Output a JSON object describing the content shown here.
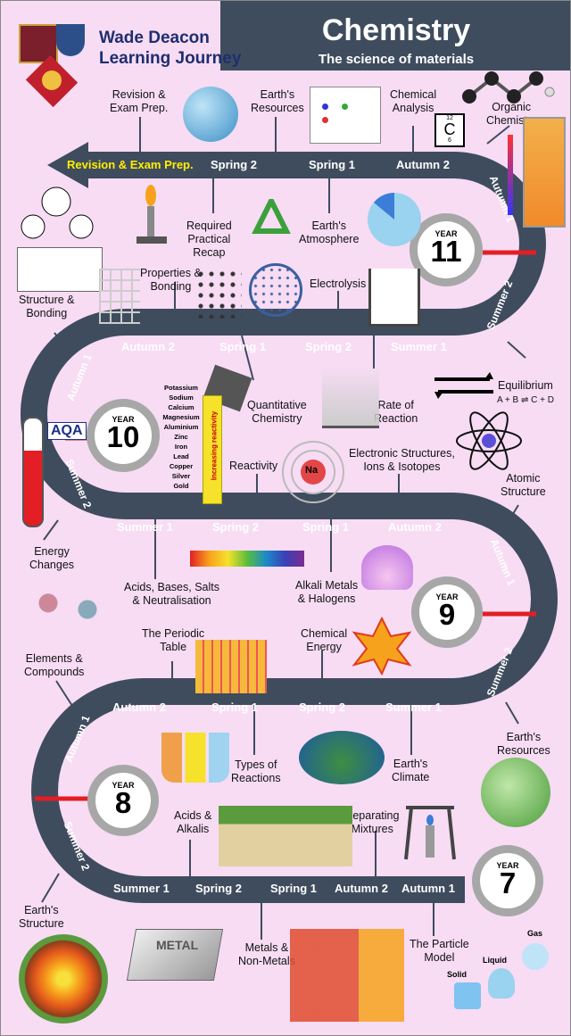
{
  "header": {
    "title": "Chemistry",
    "subtitle": "The science of materials",
    "school_line1": "Wade Deacon",
    "school_line2": "Learning Journey"
  },
  "start_label": "Revision & Exam Prep.",
  "years": {
    "y7": {
      "label": "YEAR",
      "number": "7"
    },
    "y8": {
      "label": "YEAR",
      "number": "8"
    },
    "y9": {
      "label": "YEAR",
      "number": "9"
    },
    "y10": {
      "label": "YEAR",
      "number": "10"
    },
    "y11": {
      "label": "YEAR",
      "number": "11"
    }
  },
  "road_labels": {
    "r1": [
      "Spring 2",
      "Spring 1",
      "Autumn 2"
    ],
    "r2": [
      "Autumn 2",
      "Spring 1",
      "Spring 2",
      "Summer 1"
    ],
    "r3": [
      "Summer 1",
      "Spring 2",
      "Spring 1",
      "Autumn 2"
    ],
    "r4": [
      "Autumn 2",
      "Spring 1",
      "Spring 2",
      "Summer 1"
    ],
    "r5": [
      "Summer 1",
      "Spring 2",
      "Spring 1",
      "Autumn 2",
      "Autumn 1"
    ],
    "right_top_autumn1": "Autumn 1",
    "right_top_summer2": "Summer 2",
    "left_10_autumn1": "Autumn 1",
    "left_10_summer2": "Summer 2",
    "right_9_autumn1": "Autumn 1",
    "right_9_summer2": "Summer 2",
    "left_8_autumn1": "Autumn 1",
    "left_8_summer2": "Summer 2"
  },
  "topics": {
    "revision": "Revision &\nExam Prep.",
    "earths_resources_top": "Earth's\nResources",
    "chemical_analysis": "Chemical\nAnalysis",
    "organic": "Organic\nChemistry",
    "required_practical": "Required\nPractical\nRecap",
    "atmosphere": "Earth's\nAtmosphere",
    "properties_bonding": "Properties &\nBonding",
    "electrolysis": "Electrolysis",
    "structure_bonding": "Structure &\nBonding",
    "equilibrium": "Equilibrium",
    "equilibrium_eq": "A + B ⇌ C + D",
    "quantitative": "Quantitative\nChemistry",
    "rate": "Rate of\nReaction",
    "reactivity": "Reactivity",
    "electronic": "Electronic Structures,\nIons & Isotopes",
    "atomic": "Atomic\nStructure",
    "energy_changes": "Energy\nChanges",
    "acids_bases": "Acids, Bases, Salts\n& Neutralisation",
    "alkali_metals": "Alkali Metals\n& Halogens",
    "periodic_table": "The Periodic\nTable",
    "chemical_energy": "Chemical\nEnergy",
    "elements_compounds": "Elements &\nCompounds",
    "types_reactions": "Types of\nReactions",
    "earths_climate": "Earth's\nClimate",
    "earths_resources_low": "Earth's\nResources",
    "acids_alkalis": "Acids &\nAlkalis",
    "separating": "Separating\nMixtures",
    "earths_structure": "Earth's\nStructure",
    "metals_nonmetals": "Metals &\nNon-Metals",
    "particle_model": "The Particle\nModel"
  },
  "reactivity_series": [
    "Potassium",
    "Sodium",
    "Calcium",
    "Magnesium",
    "Aluminium",
    "Zinc",
    "Iron",
    "Lead",
    "Copper",
    "Silver",
    "Gold"
  ],
  "reactivity_arrow": "Increasing reactivity",
  "aqa": "AQA",
  "na_symbol": "Na",
  "carbon": {
    "mass": "12",
    "symbol": "C",
    "number": "6"
  },
  "metal_word": "METAL",
  "states": [
    "Solid",
    "Liquid",
    "Gas"
  ],
  "colors": {
    "road": "#3f4c5e",
    "bg": "#f7dcf4",
    "accent": "#e31e24",
    "start_text": "#ffee00"
  }
}
